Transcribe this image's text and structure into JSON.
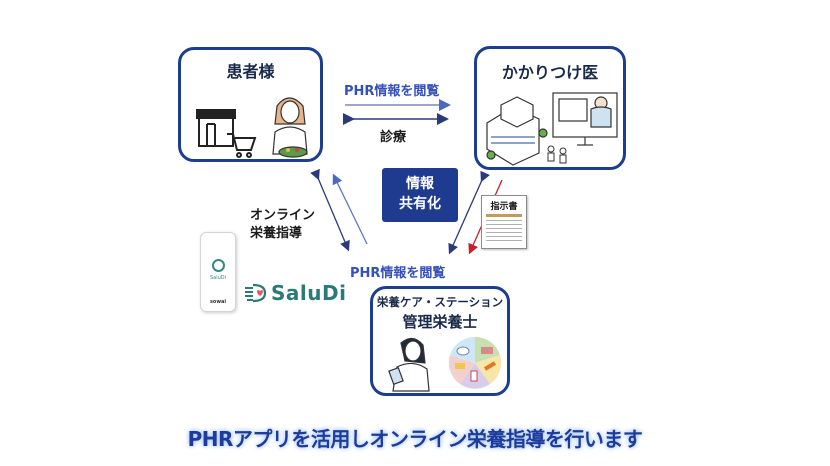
{
  "nodes": {
    "patient": {
      "title": "患者様"
    },
    "doctor": {
      "title": "かかりつけ医"
    },
    "dietitian": {
      "subtitle": "栄養ケア・ステーション",
      "title": "管理栄養士"
    }
  },
  "center": {
    "line1": "情報",
    "line2": "共有化"
  },
  "edges": {
    "patient_to_doctor_phr": "PHR情報を閲覧",
    "patient_doctor_consult": "診療",
    "dietitian_phr": "PHR情報を閲覧",
    "online_guidance_line1": "オンライン",
    "online_guidance_line2": "栄養指導"
  },
  "document": {
    "title": "指示書"
  },
  "app": {
    "logo_text": "SaluDi",
    "phone_app_name": "SaluDi",
    "phone_maker": "sowai"
  },
  "caption": "PHRアプリを活用しオンライン栄養指導を行います",
  "colors": {
    "box_border": "#1c3e8e",
    "center_box": "#1f3b8f",
    "label_blue": "#3550b8",
    "arrow_red": "#c8202a",
    "brand_teal": "#2a7a78"
  }
}
